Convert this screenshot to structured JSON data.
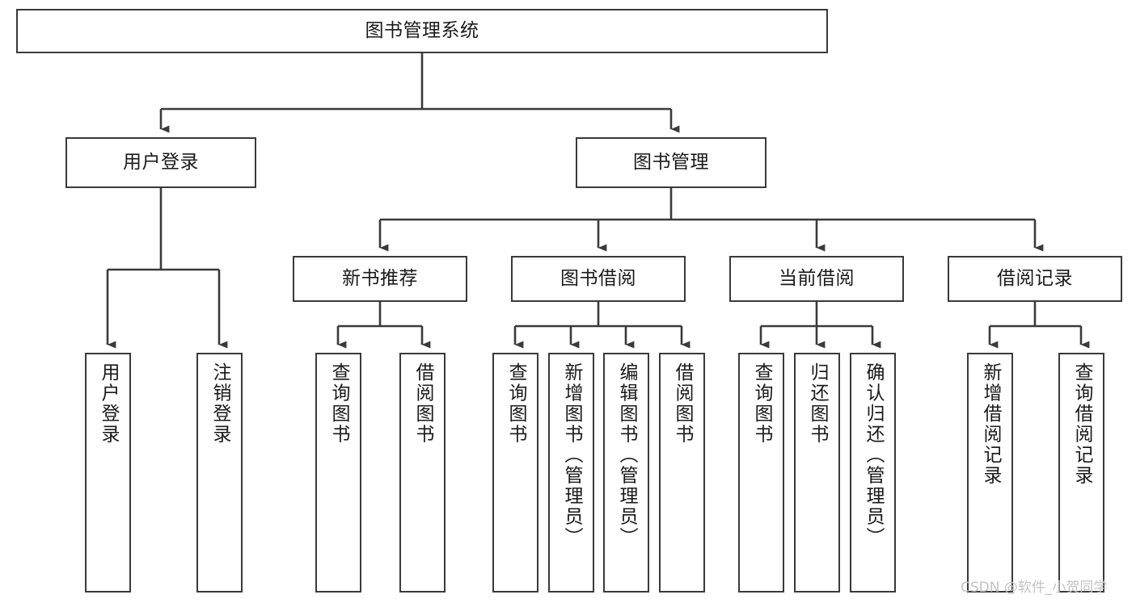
{
  "diagram": {
    "title": "图书管理系统",
    "type": "tree-hierarchy-chart",
    "style": {
      "box_border_color": "#3a3a3a",
      "box_fill_color": "#ffffff",
      "connector_color": "#3a3a3a",
      "text_color": "#1a1a1a",
      "background_color": "#ffffff"
    },
    "nodes": {
      "root": {
        "label": "图书管理系统"
      },
      "level1": [
        {
          "id": "user-login",
          "label": "用户登录"
        },
        {
          "id": "book-management",
          "label": "图书管理"
        }
      ],
      "level2": [
        {
          "id": "new-book-recommend",
          "label": "新书推荐"
        },
        {
          "id": "book-borrow",
          "label": "图书借阅"
        },
        {
          "id": "current-borrow",
          "label": "当前借阅"
        },
        {
          "id": "borrow-record",
          "label": "借阅记录"
        }
      ],
      "leaves": {
        "user-login": [
          {
            "id": "leaf-user-login",
            "label": "用户登录"
          },
          {
            "id": "leaf-logout-login",
            "label": "注销登录"
          }
        ],
        "new-book-recommend": [
          {
            "id": "leaf-query-book-1",
            "label": "查询图书"
          },
          {
            "id": "leaf-borrow-book-1",
            "label": "借阅图书"
          }
        ],
        "book-borrow": [
          {
            "id": "leaf-query-book-2",
            "label": "查询图书"
          },
          {
            "id": "leaf-add-book",
            "label": "新增图书（管理员）"
          },
          {
            "id": "leaf-edit-book",
            "label": "编辑图书（管理员）"
          },
          {
            "id": "leaf-borrow-book-2",
            "label": "借阅图书"
          }
        ],
        "current-borrow": [
          {
            "id": "leaf-query-book-3",
            "label": "查询图书"
          },
          {
            "id": "leaf-return-book",
            "label": "归还图书"
          },
          {
            "id": "leaf-confirm-return",
            "label": "确认归还（管理员）"
          }
        ],
        "borrow-record": [
          {
            "id": "leaf-add-record",
            "label": "新增借阅记录"
          },
          {
            "id": "leaf-query-record",
            "label": "查询借阅记录"
          }
        ]
      }
    }
  },
  "watermark": {
    "text": "CSDN @软件_小贺同学"
  }
}
